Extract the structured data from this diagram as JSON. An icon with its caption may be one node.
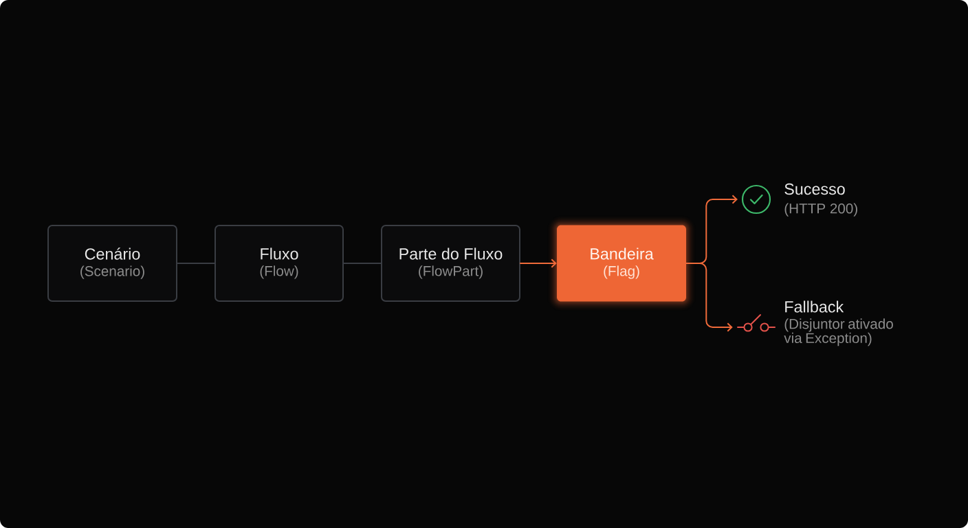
{
  "diagram": {
    "nodes": [
      {
        "text": [
          "Cenário",
          "(Scenario)"
        ]
      },
      {
        "text": [
          "Fluxo",
          "(Flow)"
        ]
      },
      {
        "text": [
          "Parte do Fluxo",
          "(FlowPart)"
        ]
      },
      {
        "text": [
          "Bandeira",
          "(Flag)"
        ]
      },
      {
        "text": [],
        "shape": "circle",
        "beside": [
          "Sucesso",
          "(HTTP 200)"
        ]
      },
      {
        "text": [],
        "shape": "picture",
        "beside": [
          "Fallback",
          "(Disjuntor ativado via Exception)"
        ]
      }
    ],
    "edges": [
      {
        "from": 0,
        "to": 1,
        "arrow": "none",
        "color": "#3a3d43"
      },
      {
        "from": 1,
        "to": 2,
        "arrow": "none",
        "color": "#3a3d43"
      },
      {
        "from": 2,
        "to": 3,
        "arrow": "to"
      },
      {
        "from": 3,
        "to": 4,
        "arrow": "to"
      },
      {
        "from": 3,
        "to": 5,
        "arrow": "to"
      }
    ]
  }
}
